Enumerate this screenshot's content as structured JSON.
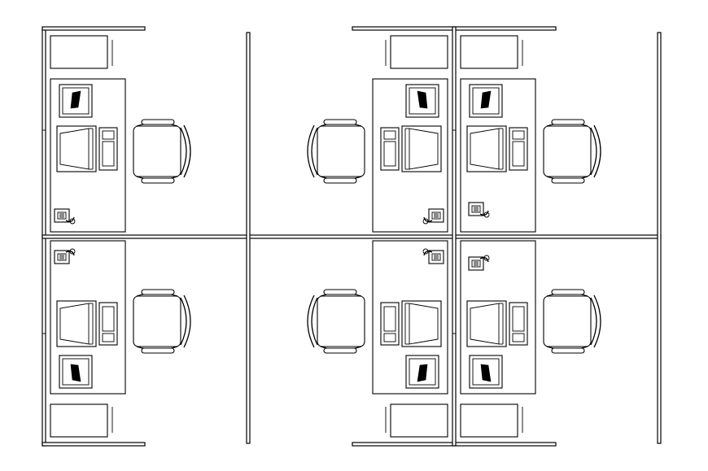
{
  "drawing": {
    "title": "",
    "type": "office cubicle floor plan",
    "line_color": "#000000",
    "background": "#ffffff",
    "workstations": [
      {
        "id": "ws-1",
        "side": "left",
        "row": "top",
        "facing": "east"
      },
      {
        "id": "ws-2",
        "side": "left",
        "row": "bottom",
        "facing": "east"
      },
      {
        "id": "ws-3",
        "side": "mid",
        "row": "top",
        "facing": "west"
      },
      {
        "id": "ws-4",
        "side": "mid",
        "row": "bottom",
        "facing": "west"
      },
      {
        "id": "ws-5",
        "side": "right",
        "row": "top",
        "facing": "east"
      },
      {
        "id": "ws-6",
        "side": "right",
        "row": "bottom",
        "facing": "east"
      }
    ],
    "components": [
      "partition-panel",
      "desk",
      "cabinet",
      "monitor",
      "cpu-tower",
      "keyboard-pad",
      "chair",
      "phone"
    ]
  }
}
